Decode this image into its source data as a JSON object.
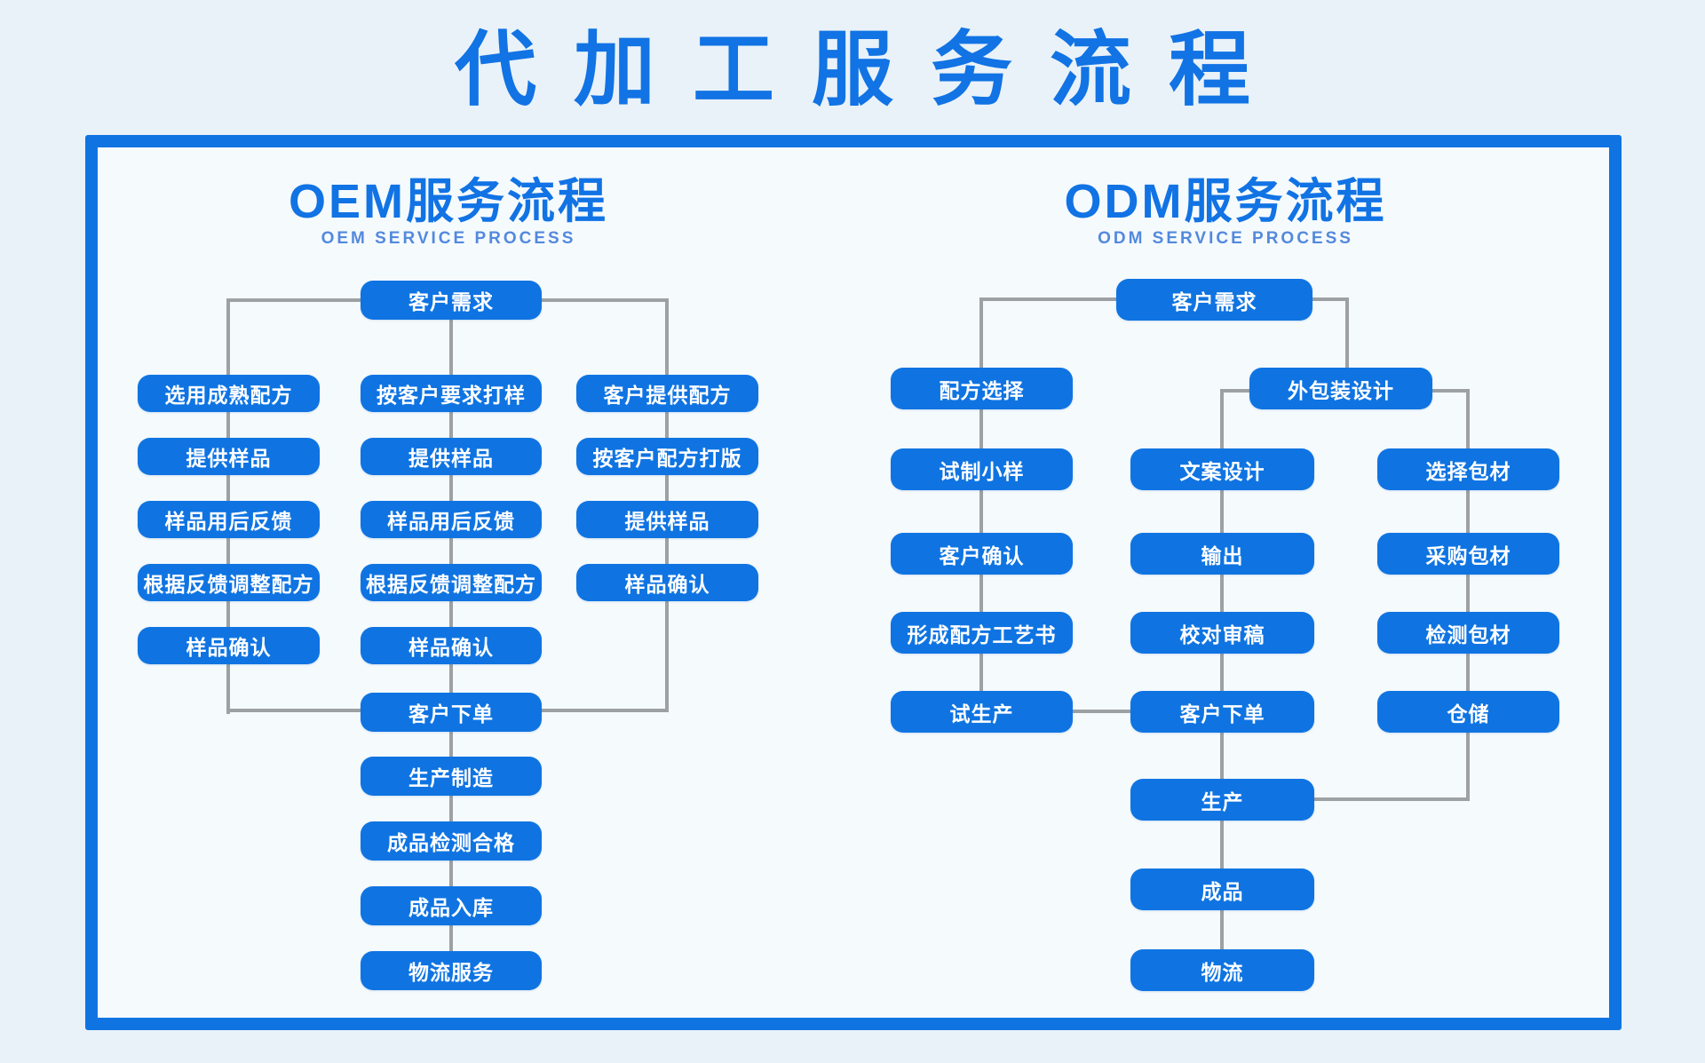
{
  "title": "代加工服务流程",
  "colors": {
    "accent_blue": "#0f74e2",
    "title_blue": "#1173e4",
    "subheading_blue": "#5389dd",
    "connector_gray": "#9da1a4",
    "page_background": "#e9f2f9",
    "panel_background": "#f5fafd"
  },
  "oem": {
    "heading": "OEM服务流程",
    "subheading": "OEM SERVICE PROCESS",
    "nodes": [
      {
        "id": "kehu_xuqiu",
        "label": "客户需求"
      },
      {
        "id": "xuanyong",
        "label": "选用成熟配方"
      },
      {
        "id": "tigong1",
        "label": "提供样品"
      },
      {
        "id": "fankui1",
        "label": "样品用后反馈"
      },
      {
        "id": "tiaozheng1",
        "label": "根据反馈调整配方"
      },
      {
        "id": "queren1",
        "label": "样品确认"
      },
      {
        "id": "dayang",
        "label": "按客户要求打样"
      },
      {
        "id": "tigong2",
        "label": "提供样品"
      },
      {
        "id": "fankui2",
        "label": "样品用后反馈"
      },
      {
        "id": "tiaozheng2",
        "label": "根据反馈调整配方"
      },
      {
        "id": "queren2",
        "label": "样品确认"
      },
      {
        "id": "kehu_peifang",
        "label": "客户提供配方"
      },
      {
        "id": "daban",
        "label": "按客户配方打版"
      },
      {
        "id": "tigong3",
        "label": "提供样品"
      },
      {
        "id": "queren3",
        "label": "样品确认"
      },
      {
        "id": "xiadan",
        "label": "客户下单"
      },
      {
        "id": "shengchan_zhizao",
        "label": "生产制造"
      },
      {
        "id": "jiance_hege",
        "label": "成品检测合格"
      },
      {
        "id": "chengpin_ruku",
        "label": "成品入库"
      },
      {
        "id": "wuliu_fuwu",
        "label": "物流服务"
      }
    ]
  },
  "odm": {
    "heading": "ODM服务流程",
    "subheading": "ODM SERVICE PROCESS",
    "nodes": [
      {
        "id": "kehu_xuqiu",
        "label": "客户需求"
      },
      {
        "id": "peifang_xuanze",
        "label": "配方选择"
      },
      {
        "id": "shizhi_xiaoyang",
        "label": "试制小样"
      },
      {
        "id": "kehu_queren",
        "label": "客户确认"
      },
      {
        "id": "gongyishu",
        "label": "形成配方工艺书"
      },
      {
        "id": "shi_shengchan",
        "label": "试生产"
      },
      {
        "id": "waibaozhuang",
        "label": "外包装设计"
      },
      {
        "id": "wenan_sheji",
        "label": "文案设计"
      },
      {
        "id": "shuchu",
        "label": "输出"
      },
      {
        "id": "jiaodui_shengao",
        "label": "校对审稿"
      },
      {
        "id": "kehu_xiadan",
        "label": "客户下单"
      },
      {
        "id": "xuanze_baocai",
        "label": "选择包材"
      },
      {
        "id": "caigou_baocai",
        "label": "采购包材"
      },
      {
        "id": "jiance_baocai",
        "label": "检测包材"
      },
      {
        "id": "cangchu",
        "label": "仓储"
      },
      {
        "id": "shengchan",
        "label": "生产"
      },
      {
        "id": "chengpin",
        "label": "成品"
      },
      {
        "id": "wuliu",
        "label": "物流"
      }
    ]
  }
}
